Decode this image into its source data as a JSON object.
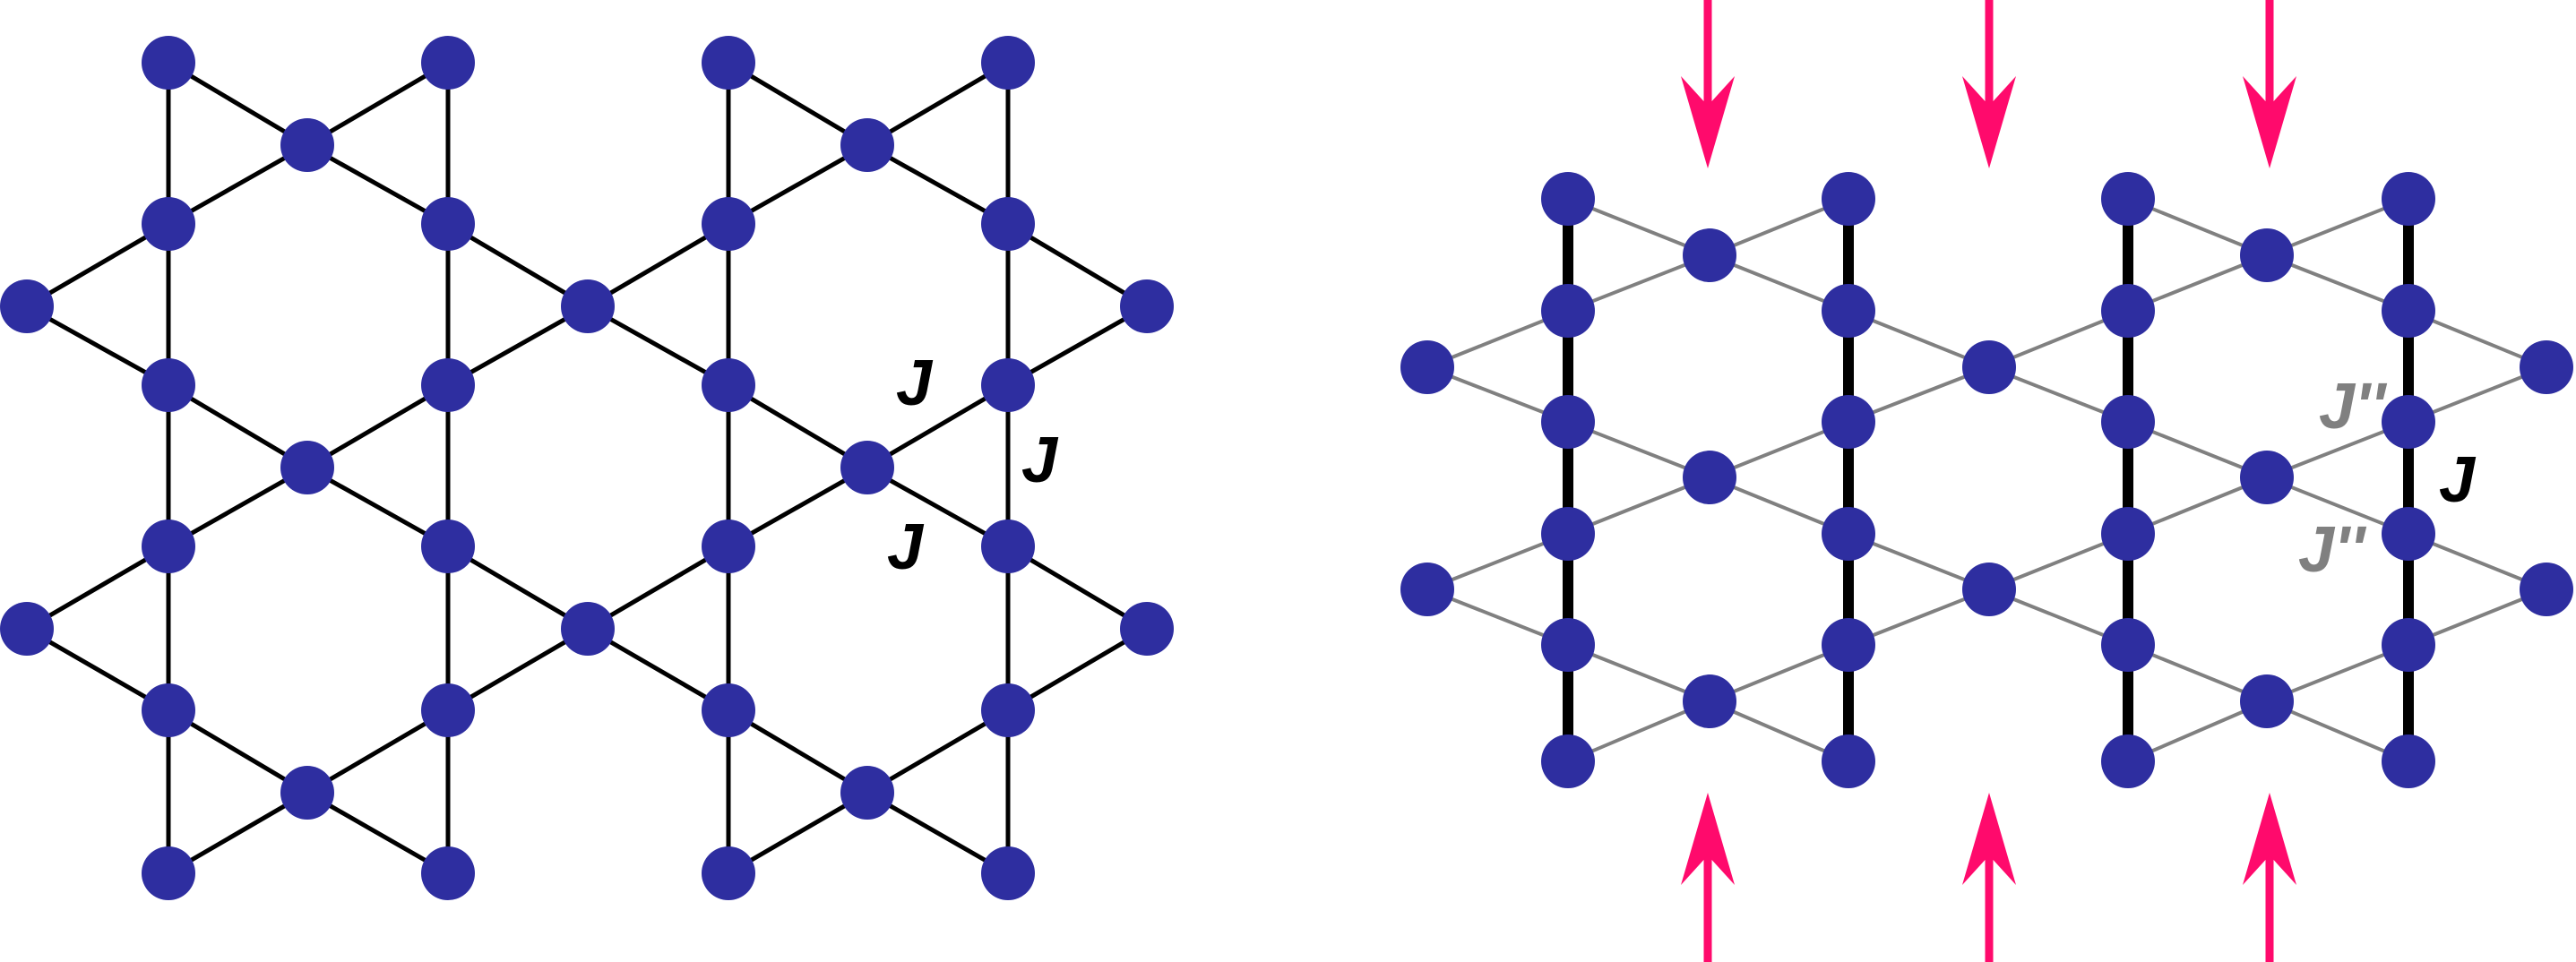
{
  "panels": [
    {
      "name": "kagome-lattice",
      "labels": [
        "J",
        "J",
        "J"
      ]
    },
    {
      "name": "distorted-kagome-lattice",
      "labels": [
        "J''",
        "J",
        "J''"
      ]
    }
  ],
  "colors": {
    "site": "#2e2ea0",
    "bond_J": "#000000",
    "bond_J_prime": "#808080",
    "arrow": "#ff0a6c"
  },
  "arrows": {
    "top": "pointing-down",
    "bottom": "pointing-up"
  }
}
